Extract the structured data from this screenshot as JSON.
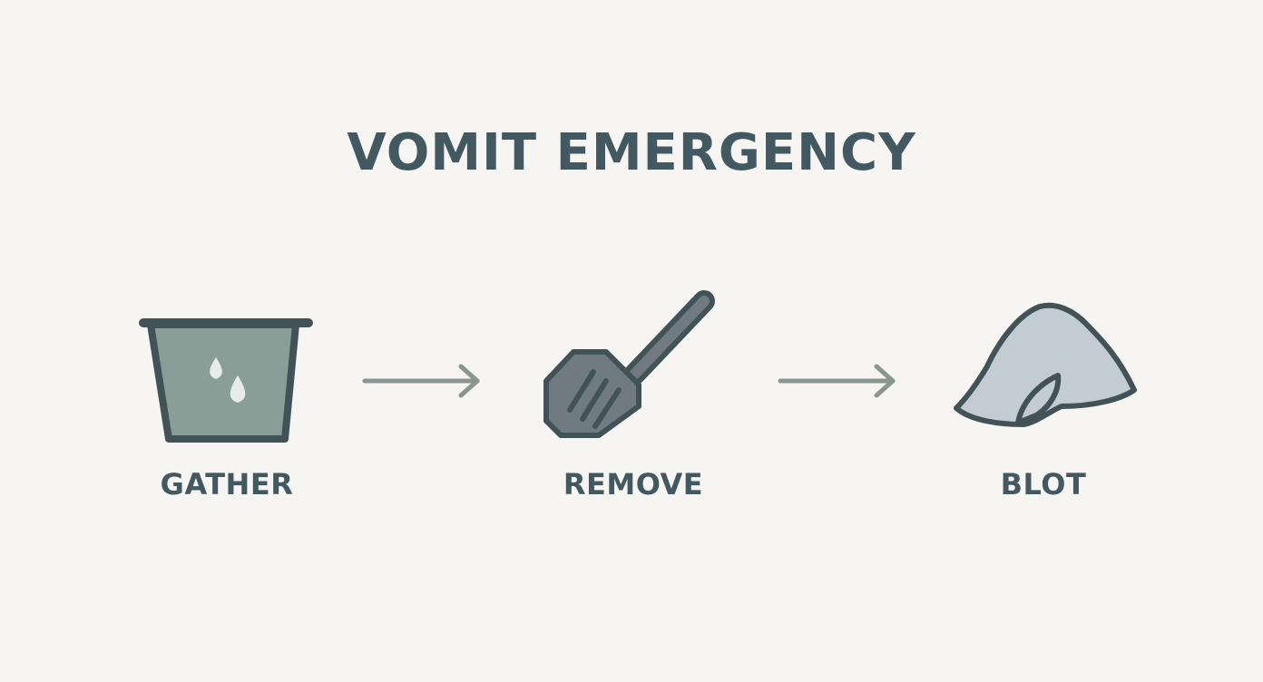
{
  "title": "VOMIT EMERGENCY",
  "colors": {
    "background": "#f6f5f2",
    "text": "#435961",
    "outline": "#425358",
    "bucket_fill": "#8a9e98",
    "spatula_fill": "#6f7b80",
    "cloth_fill": "#c3ccd3",
    "arrow": "#889590",
    "drop": "#e6ecea"
  },
  "steps": [
    {
      "label": "GATHER",
      "icon": "bucket-icon"
    },
    {
      "label": "REMOVE",
      "icon": "spatula-icon"
    },
    {
      "label": "BLOT",
      "icon": "cloth-icon"
    }
  ],
  "connectors": [
    {
      "icon": "arrow-right-icon"
    },
    {
      "icon": "arrow-right-icon"
    }
  ]
}
